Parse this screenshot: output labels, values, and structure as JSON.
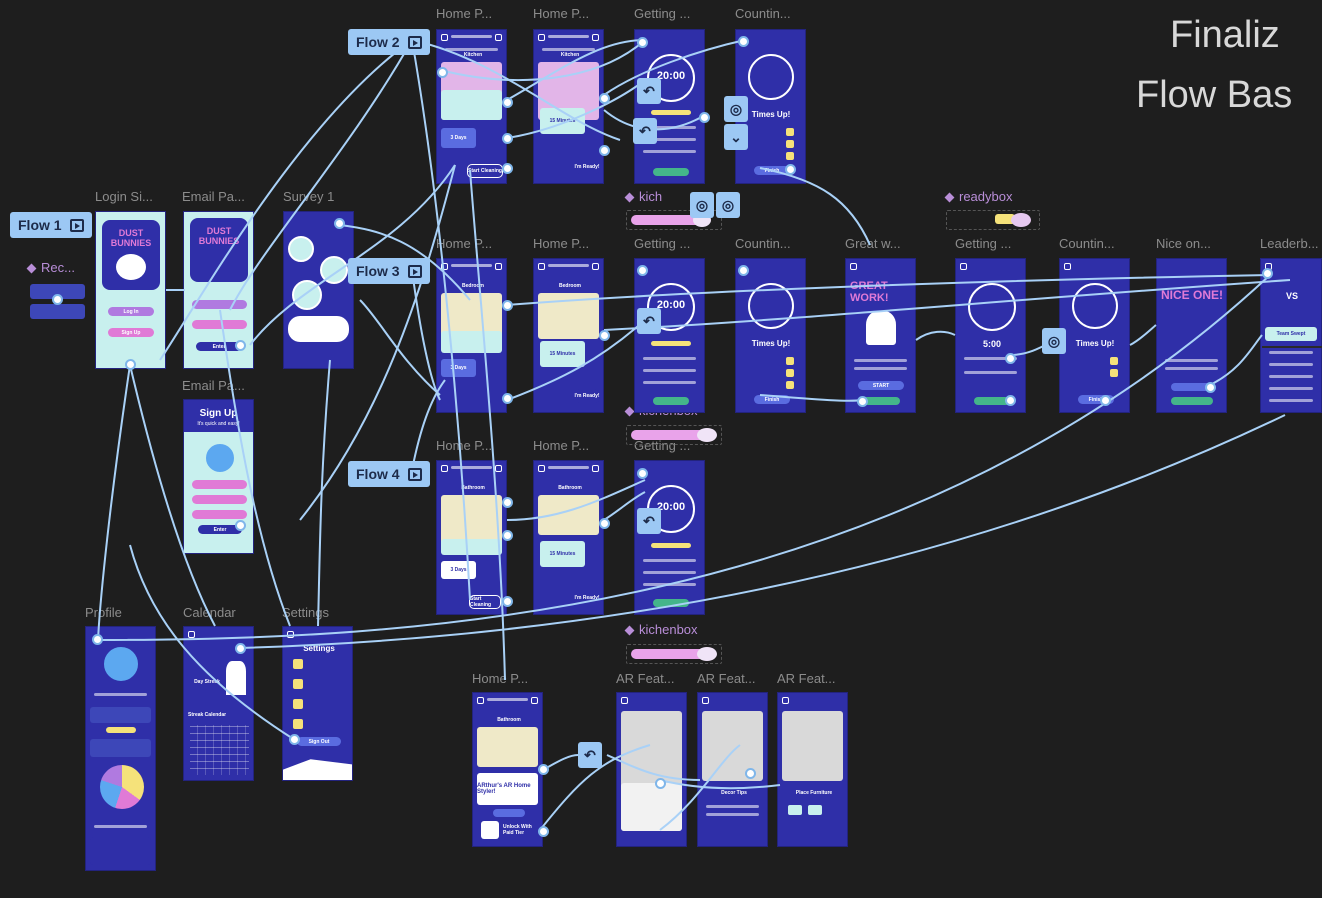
{
  "canvas": {
    "title_line1": "Finaliz",
    "title_line2": "Flow Bas"
  },
  "flows": [
    {
      "label": "Flow 1"
    },
    {
      "label": "Flow 2"
    },
    {
      "label": "Flow 3"
    },
    {
      "label": "Flow 4"
    }
  ],
  "components": {
    "rec": "Rec...",
    "kichen_top": "kich",
    "readybox": "readybox",
    "kichenbox_1": "kichenbox",
    "kichenbox_2": "kichenbox"
  },
  "frame_labels": {
    "login": "Login Si...",
    "email1": "Email Pa...",
    "survey": "Survey 1",
    "email2": "Email Pa...",
    "home_r1a": "Home P...",
    "home_r1b": "Home P...",
    "getting_r1": "Getting ...",
    "counting_r1": "Countin...",
    "home_r2a": "Home P...",
    "home_r2b": "Home P...",
    "getting_r2": "Getting ...",
    "counting_r2": "Countin...",
    "great": "Great w...",
    "getting_r2b": "Getting ...",
    "counting_r2b": "Countin...",
    "nice": "Nice on...",
    "leader": "Leaderb...",
    "home_r3a": "Home P...",
    "home_r3b": "Home P...",
    "getting_r3": "Getting ...",
    "profile": "Profile",
    "calendar": "Calendar",
    "settings": "Settings",
    "home_r4": "Home P...",
    "ar1": "AR Feat...",
    "ar2": "AR Feat...",
    "ar3": "AR Feat..."
  },
  "screen_text": {
    "dust_bunnies": "DUST BUNNIES",
    "log_in": "Log In",
    "sign_up": "Sign Up",
    "enter": "Enter",
    "sign_up_title": "Sign Up",
    "quick_easy": "It's quick and easy!",
    "kitchen": "Kitchen",
    "bedroom": "Bedroom",
    "bathroom": "Bathroom",
    "three_days": "3 Days",
    "fifteen_min": "15 Minutes",
    "start_cleaning": "Start Cleaning",
    "im_ready": "I'm Ready!",
    "timer": "20:00",
    "times_up": "Times Up!",
    "finish": "Finish",
    "great_work": "GREAT WORK!",
    "five_min": "5:00",
    "nice_one": "NICE ONE!",
    "vs": "VS",
    "team_swept": "Team Swept",
    "settings_title": "Settings",
    "sign_out": "Sign Out",
    "streak_calendar": "Streak Calendar",
    "arthur_ar": "ARthur's AR Home Styler!",
    "unlock_paid": "Unlock With Paid Tier",
    "decor_tips": "Decor Tips",
    "place_furniture": "Place Furniture",
    "start": "START",
    "day_streak": "Day Streak"
  },
  "colors": {
    "canvas_bg": "#1e1e1e",
    "frame_blue": "#2f2fa8",
    "frame_mint": "#c8f0ee",
    "flow_tag": "#9cc8f4",
    "wire": "#a9d1f7",
    "component": "#b98ed8",
    "accent_pink": "#e07ad6",
    "accent_yellow": "#f5e27a"
  },
  "icons": [
    "play-icon",
    "undo-icon",
    "target-icon",
    "chevron-icon",
    "diamond-icon",
    "gear-icon",
    "lock-icon",
    "camera-icon"
  ]
}
